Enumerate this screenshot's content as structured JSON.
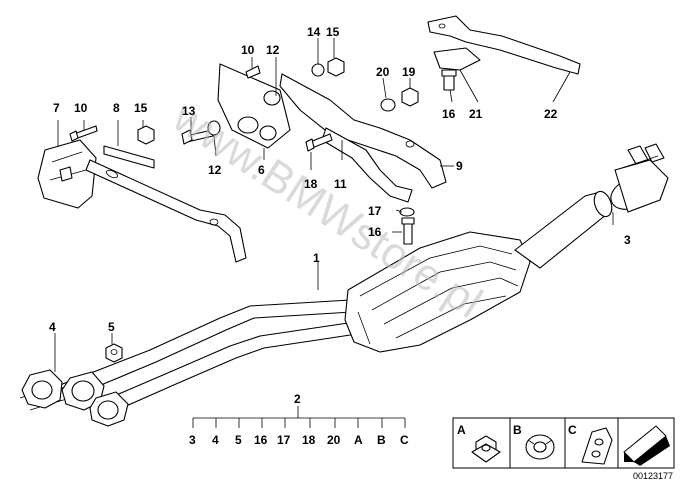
{
  "watermark": "www.BMWstore.pl",
  "diagram_id": "00123177",
  "callouts": {
    "c1": "1",
    "c2": "2",
    "c3": "3",
    "c4": "4",
    "c5": "5",
    "c6": "6",
    "c7": "7",
    "c8": "8",
    "c9": "9",
    "c10a": "10",
    "c10b": "10",
    "c11": "11",
    "c12a": "12",
    "c12b": "12",
    "c13": "13",
    "c14": "14",
    "c15a": "15",
    "c15b": "15",
    "c16a": "16",
    "c16b": "16",
    "c17": "17",
    "c18": "18",
    "c19": "19",
    "c20": "20",
    "c21": "21",
    "c22": "22"
  },
  "kit_items": [
    "3",
    "4",
    "5",
    "16",
    "17",
    "18",
    "20",
    "A",
    "B",
    "C"
  ],
  "legend": {
    "a": "A",
    "b": "B",
    "c": "C"
  }
}
